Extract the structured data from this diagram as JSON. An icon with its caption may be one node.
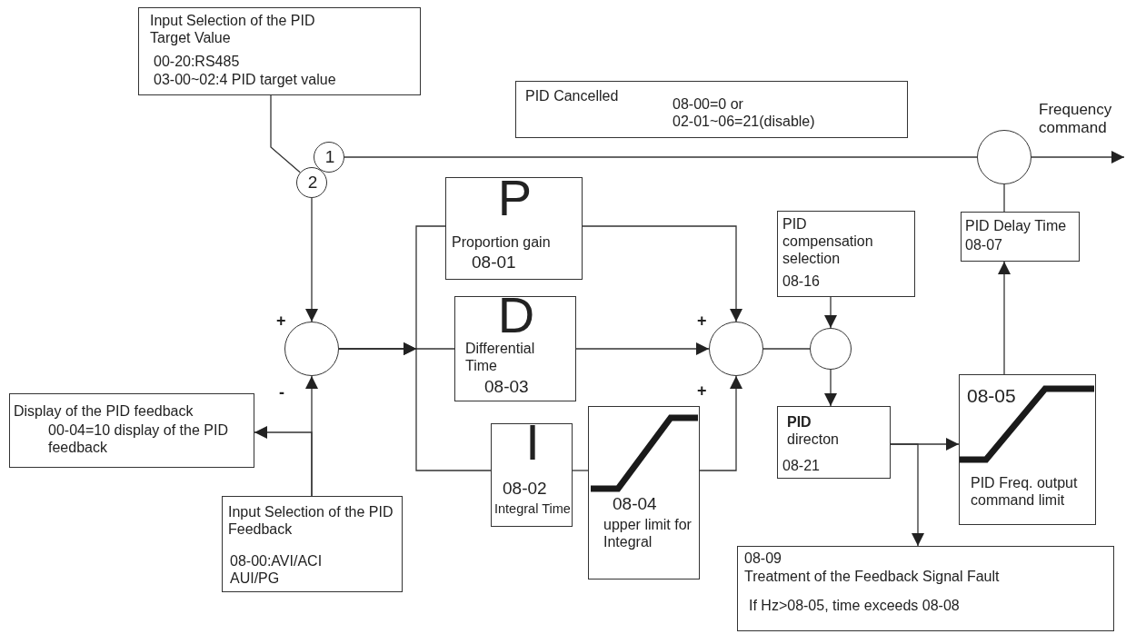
{
  "diagram": {
    "nodes": [
      {
        "text": [
          "Input Selection of the PID Target Value",
          "00-20:RS485",
          "03-00~02:4 PID target value"
        ]
      },
      {
        "text": [
          "PID Cancelled",
          "08-00=0 or 02-01~06=21(disable)"
        ]
      },
      {
        "text": [
          "1"
        ]
      },
      {
        "text": [
          "2"
        ]
      },
      {
        "text": [],
        "shape": "circle",
        "beside": [
          "+",
          "-"
        ]
      },
      {
        "text": [
          "P",
          "Proportion gain",
          "08-01"
        ]
      },
      {
        "text": [
          "D",
          "Differential Time",
          "08-03"
        ]
      },
      {
        "text": [
          "I",
          "08-02",
          "Integral Time"
        ]
      },
      {
        "text": [
          "08-04",
          "upper limit for Integral"
        ]
      },
      {
        "text": [],
        "shape": "circle",
        "beside": [
          "+",
          "+"
        ]
      },
      {
        "text": [
          "PID compensation selection",
          "08-16"
        ]
      },
      {
        "text": [],
        "shape": "circle"
      },
      {
        "text": [
          "**PID** directon",
          "08-21"
        ]
      },
      {
        "text": [
          "08-05",
          "PID Freq. output command limit"
        ]
      },
      {
        "text": [
          "PID Delay Time",
          "08-07"
        ]
      },
      {
        "text": [],
        "shape": "circle"
      },
      {
        "text": [
          "08-09",
          "Treatment of the Feedback Signal Fault",
          "If Hz>08-05, time exceeds 08-08"
        ]
      },
      {
        "text": [
          "Display of the PID feedback",
          "00-04=10 display of the PID feedback"
        ]
      },
      {
        "text": [
          "Input Selection of the PID Feedback",
          "08-00:AVI/ACI AUI/PG"
        ]
      }
    ],
    "edges": [
      {
        "from": 0,
        "to": 3,
        "arrow": "none"
      },
      {
        "from": 2,
        "to": 15,
        "arrow": "none"
      },
      {
        "from": 3,
        "to": 4,
        "arrow": "to"
      },
      {
        "from": 18,
        "to": 4,
        "arrow": "to"
      },
      {
        "from": 18,
        "to": 17,
        "arrow": "to"
      },
      {
        "from": 4,
        "to": 5,
        "arrow": "to"
      },
      {
        "from": 4,
        "to": 6,
        "arrow": "to"
      },
      {
        "from": 4,
        "to": 7,
        "arrow": "to"
      },
      {
        "from": 5,
        "to": 9,
        "arrow": "to"
      },
      {
        "from": 6,
        "to": 9,
        "arrow": "to"
      },
      {
        "from": 7,
        "to": 8,
        "arrow": "none"
      },
      {
        "from": 8,
        "to": 9,
        "arrow": "to"
      },
      {
        "from": 9,
        "to": 11,
        "arrow": "none"
      },
      {
        "from": 10,
        "to": 11,
        "arrow": "to"
      },
      {
        "from": 11,
        "to": 12,
        "arrow": "to"
      },
      {
        "from": 12,
        "to": 13,
        "arrow": "to"
      },
      {
        "from": 12,
        "to": 16,
        "arrow": "to"
      },
      {
        "from": 13,
        "to": 14,
        "arrow": "to"
      },
      {
        "from": 14,
        "to": 15,
        "arrow": "none"
      },
      {
        "from": 15,
        "to": null,
        "arrow": "to",
        "label": "Frequency command"
      }
    ]
  }
}
